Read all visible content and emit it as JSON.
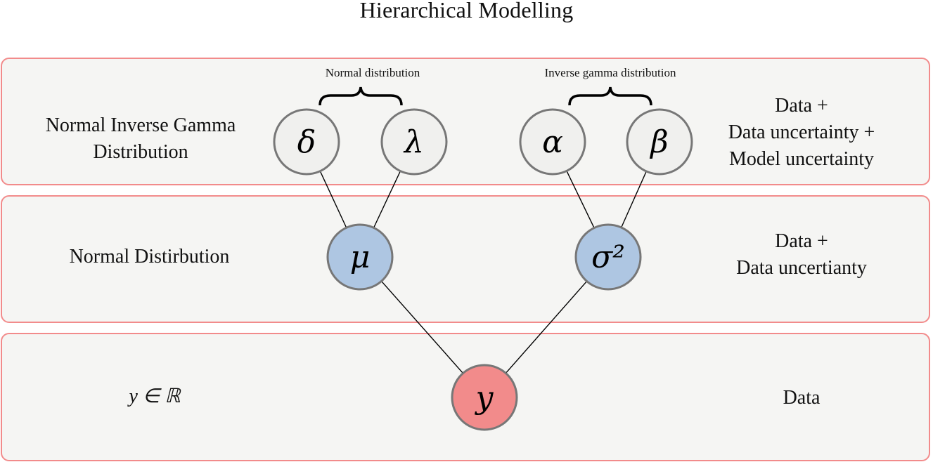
{
  "title": "Hierarchical Modelling",
  "levels": [
    {
      "left_label": "Normal Inverse Gamma\nDistribution",
      "right_label": "Data +\nData uncertainty +\nModel uncertainty"
    },
    {
      "left_label": "Normal Distirbution",
      "right_label": "Data +\nData uncertianty"
    },
    {
      "left_label": "y ∈ ℝ",
      "right_label": "Data"
    }
  ],
  "groups": [
    {
      "label": "Normal distribution",
      "members": [
        "delta",
        "lambda"
      ]
    },
    {
      "label": "Inverse gamma distribution",
      "members": [
        "alpha",
        "beta"
      ]
    }
  ],
  "nodes": [
    {
      "id": "delta",
      "symbol": "δ",
      "level": 0,
      "fill": "#f0f0ee"
    },
    {
      "id": "lambda",
      "symbol": "λ",
      "level": 0,
      "fill": "#f0f0ee"
    },
    {
      "id": "alpha",
      "symbol": "α",
      "level": 0,
      "fill": "#f0f0ee"
    },
    {
      "id": "beta",
      "symbol": "β",
      "level": 0,
      "fill": "#f0f0ee"
    },
    {
      "id": "mu",
      "symbol": "μ",
      "level": 1,
      "fill": "#aec6e2"
    },
    {
      "id": "sigma2",
      "symbol": "σ²",
      "level": 1,
      "fill": "#aec6e2"
    },
    {
      "id": "y",
      "symbol": "y",
      "level": 2,
      "fill": "#f28b8b"
    }
  ],
  "edges": [
    [
      "delta",
      "mu"
    ],
    [
      "lambda",
      "mu"
    ],
    [
      "alpha",
      "sigma2"
    ],
    [
      "beta",
      "sigma2"
    ],
    [
      "mu",
      "y"
    ],
    [
      "sigma2",
      "y"
    ]
  ],
  "colors": {
    "band_border": "#f28b8b",
    "band_fill": "#f5f5f3",
    "node_stroke": "#777777"
  }
}
